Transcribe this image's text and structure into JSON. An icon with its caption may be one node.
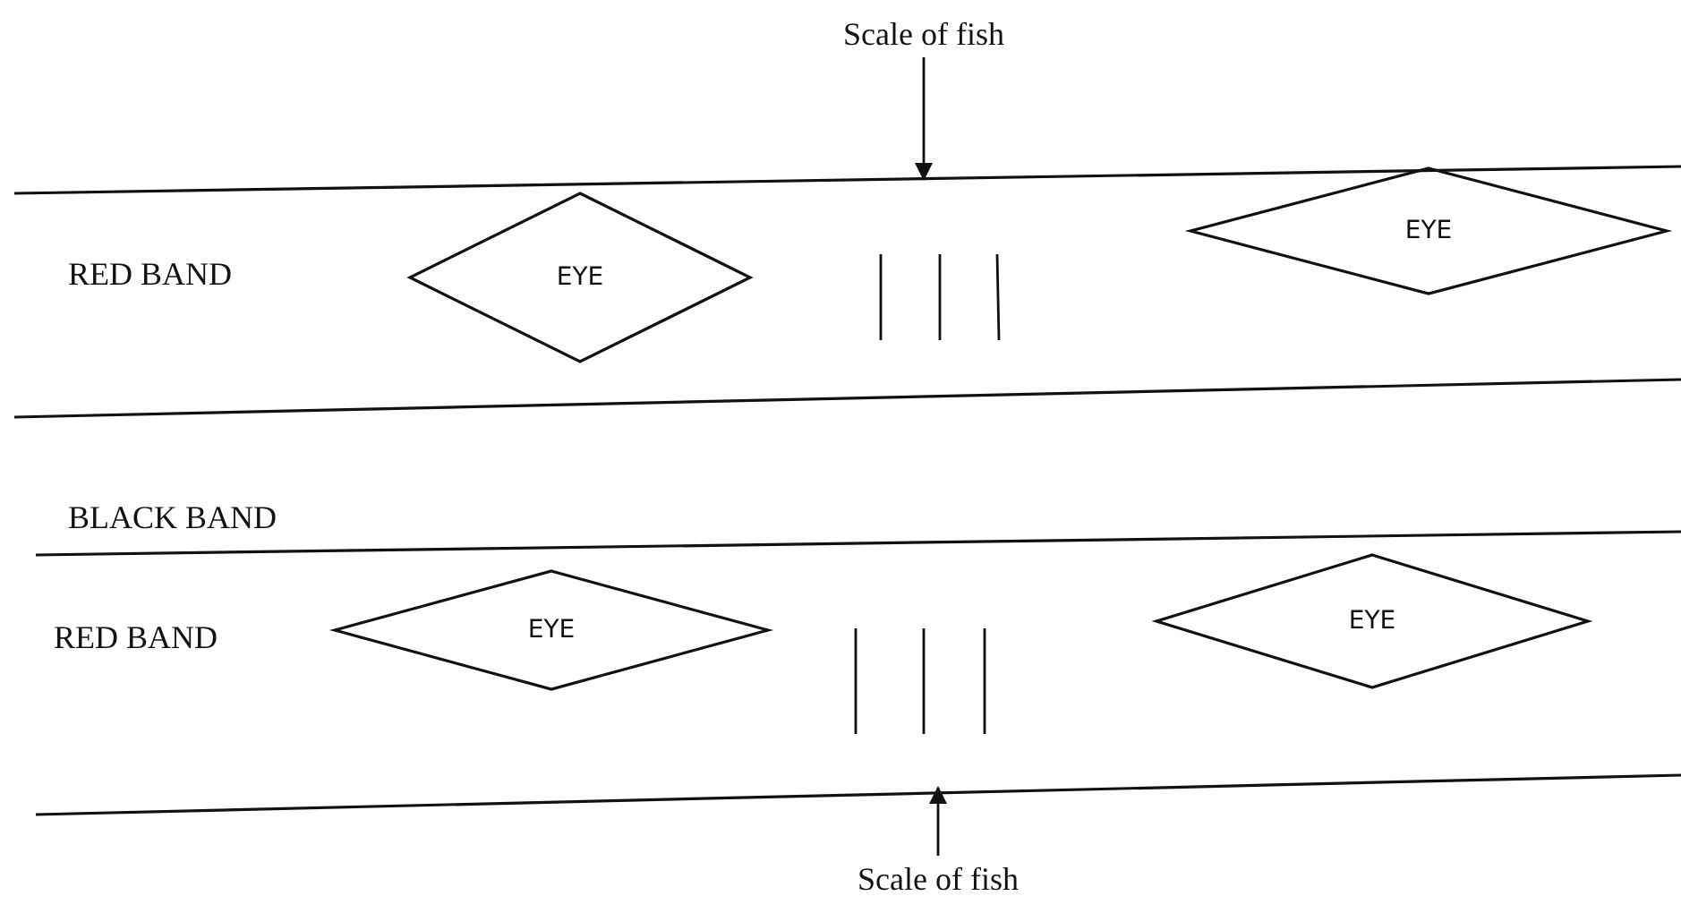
{
  "diagram": {
    "nodes": [
      {
        "text": [
          "Scale of fish"
        ]
      },
      {
        "text": [
          "EYE"
        ]
      },
      {
        "text": [
          "EYE"
        ]
      },
      {
        "text": [
          "EYE"
        ]
      },
      {
        "text": [
          "EYE"
        ]
      },
      {
        "text": [
          "Scale of fish"
        ]
      }
    ],
    "edges": [
      {
        "from": 0,
        "to": null,
        "arrow": "to"
      },
      {
        "from": 5,
        "to": null,
        "arrow": "to"
      }
    ],
    "labels": [
      "RED BAND",
      "BLACK BAND",
      "RED BAND"
    ]
  }
}
